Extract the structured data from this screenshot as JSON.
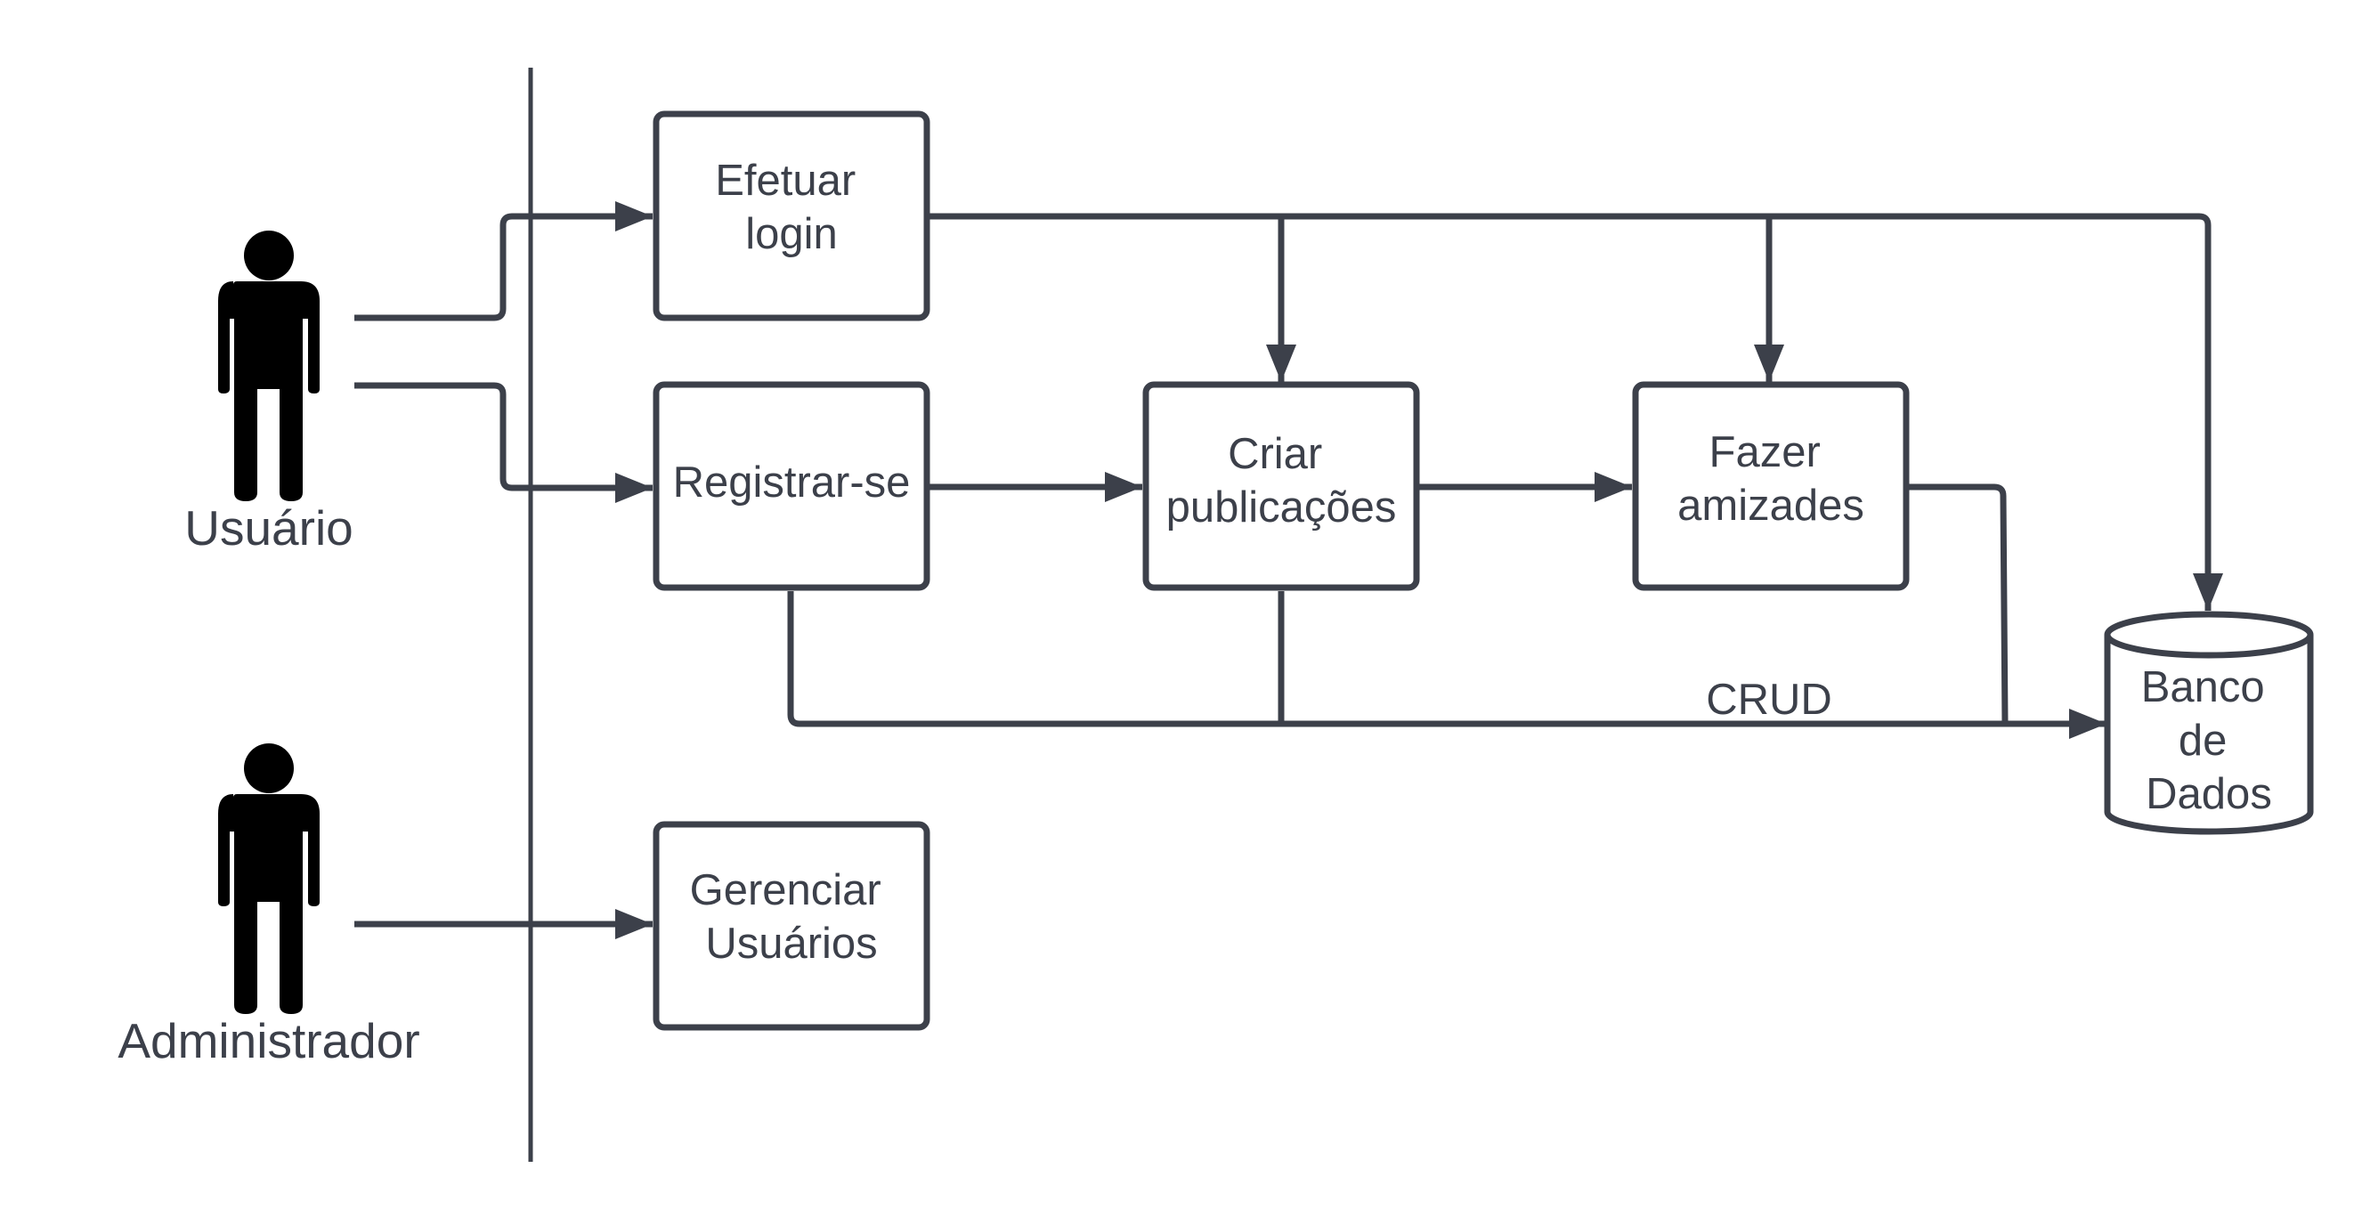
{
  "actors": [
    {
      "id": "usuario",
      "label": "Usuário",
      "icon": "person-icon"
    },
    {
      "id": "administrador",
      "label": "Administrador",
      "icon": "person-icon"
    }
  ],
  "processes": {
    "efetuar_login": {
      "lines": [
        "Efetuar",
        "login"
      ]
    },
    "registrar": {
      "lines": [
        "Registrar-se"
      ]
    },
    "criar_publicacoes": {
      "lines": [
        "Criar",
        "publicações"
      ]
    },
    "fazer_amizades": {
      "lines": [
        "Fazer",
        "amizades"
      ]
    },
    "gerenciar_usuarios": {
      "lines": [
        "Gerenciar",
        "Usuários"
      ]
    }
  },
  "database": {
    "lines": [
      "Banco",
      "de",
      "Dados"
    ],
    "icon": "database-cylinder-icon"
  },
  "edge_labels": {
    "crud": "CRUD"
  },
  "colors": {
    "stroke": "#3c404a",
    "actor": "#000000",
    "background": "#ffffff"
  }
}
